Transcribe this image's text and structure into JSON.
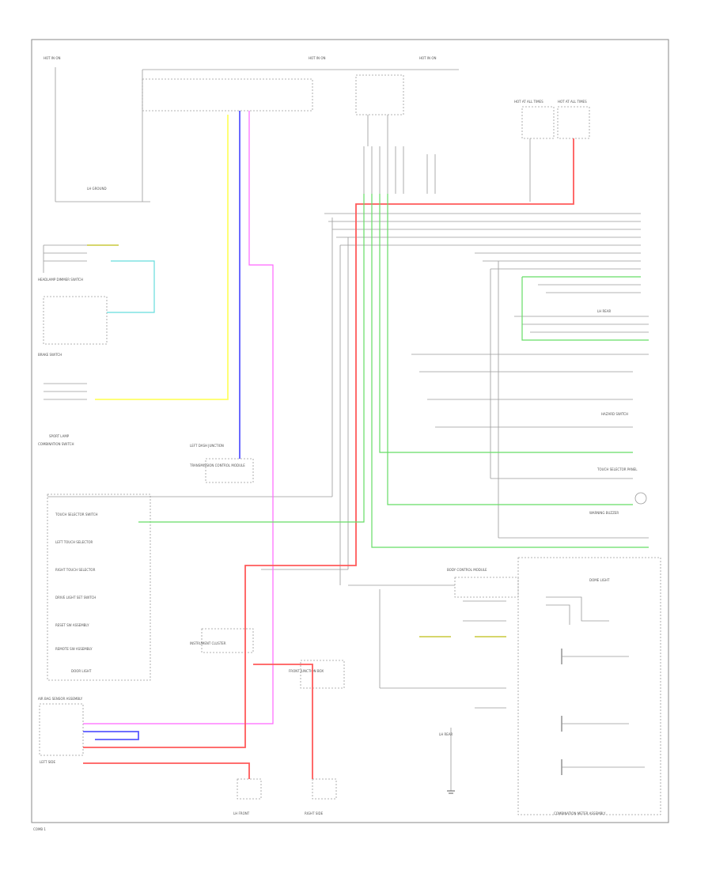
{
  "colors": {
    "frame": "#8a8a8a",
    "wire": "#9a9a9a",
    "wire_dark": "#7a7a7a",
    "red": "#ff5a5a",
    "green": "#66dd66",
    "yellow": "#ffff66",
    "blue": "#5a5aff",
    "magenta": "#ff66ff",
    "cyan": "#66dddd",
    "olive": "#c8c83c"
  },
  "labels": {
    "top_left_fuse": "HOT IN ON",
    "top_center_fuse": "HOT IN ON",
    "top_right_fuse": "HOT IN ON",
    "hot_at_all_times_1": "HOT AT ALL TIMES",
    "hot_at_all_times_2": "HOT AT ALL TIMES",
    "left_ground": "LH GROUND",
    "headlamp_dimmer": "HEADLAMP DIMMER SWITCH",
    "brake_switch": "BRAKE SWITCH",
    "sport_lamp": "SPORT LAMP",
    "combination_switch": "COMBINATION SWITCH",
    "left_dash_junction": "LEFT DASH JUNCTION",
    "transmission_control": "TRANSMISSION CONTROL MODULE",
    "left_rear_cluster": "LH REAR",
    "hazard_switch": "HAZARD SWITCH",
    "cruise_panel": "TOUCH SELECTOR PANEL",
    "air_bag_module": "AIR BAG SENSOR ASSEMBLY",
    "instrument_cluster": "INSTRUMENT CLUSTER",
    "warning_buzzer": "WARNING BUZZER",
    "body_control": "BODY CONTROL MODULE",
    "dome_light": "DOME LIGHT",
    "front_junction": "FRONT JUNCTION BOX",
    "lh_front": "LH FRONT",
    "combination_meter": "COMBINATION METER ASSEMBLY",
    "left_side": "LEFT SIDE",
    "right_side": "RIGHT SIDE",
    "lh_rear_bottom": "LH REAR",
    "page_ref": "COMB 1"
  },
  "left_switch_list": [
    "TOUCH SELECTOR SWITCH",
    "LEFT TOUCH SELECTOR",
    "RIGHT TOUCH SELECTOR",
    "DRIVE LIGHT SET SWITCH",
    "RESET SW ASSEMBLY",
    "REMOTE SW ASSEMBLY",
    "DOOR LIGHT"
  ]
}
